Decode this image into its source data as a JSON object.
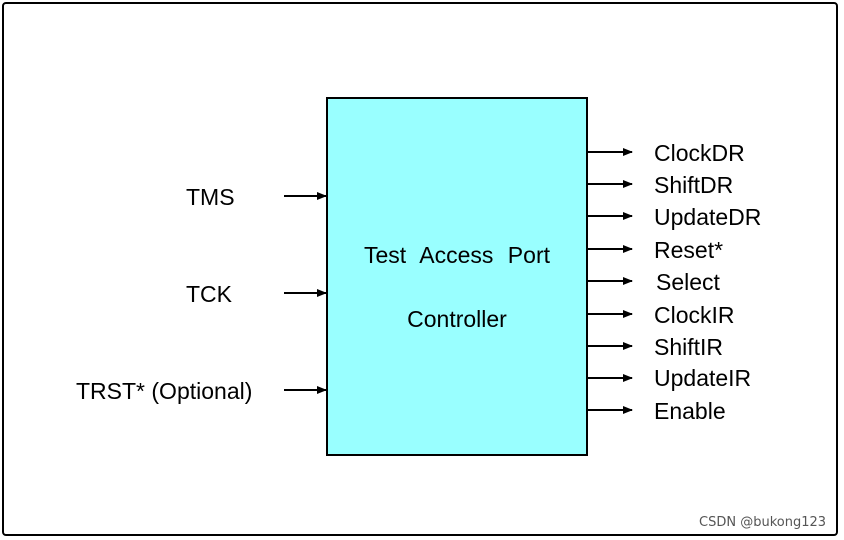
{
  "block": {
    "title_line1": "Test Access Port",
    "title_line2": "Controller",
    "fill_color": "#99ffff"
  },
  "inputs": [
    "TMS",
    "TCK",
    "TRST* (Optional)"
  ],
  "outputs": [
    "ClockDR",
    "ShiftDR",
    "UpdateDR",
    "Reset*",
    "Select",
    "ClockIR",
    "ShiftIR",
    "UpdateIR",
    "Enable"
  ],
  "watermark": "CSDN @bukong123"
}
